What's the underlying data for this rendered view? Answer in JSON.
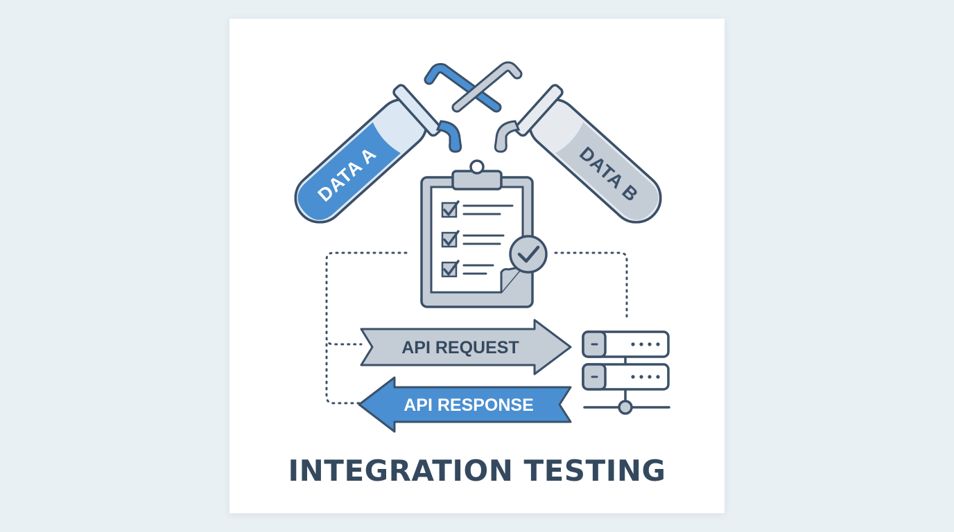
{
  "tube_a": {
    "label": "DATA A"
  },
  "tube_b": {
    "label": "DATA B"
  },
  "request_arrow": {
    "label": "API REQUEST"
  },
  "response_arrow": {
    "label": "API RESPONSE"
  },
  "title": "INTEGRATION TESTING",
  "colors": {
    "outline": "#3b5068",
    "blue": "#4a8fd1",
    "gray_fill": "#c4ccd6",
    "title": "#34495e",
    "card": "#ffffff",
    "background": "#e9f0f4"
  },
  "icons": [
    "test-tube-icon",
    "clipboard-checklist-icon",
    "checkmark-badge-icon",
    "server-stack-icon"
  ]
}
